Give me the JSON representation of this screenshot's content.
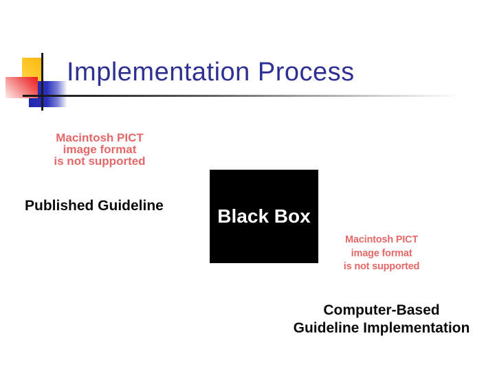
{
  "slide": {
    "title": "Implementation Process",
    "pict_placeholder_top_left": {
      "line1": "Macintosh PICT",
      "line2": "image format",
      "line3": "is not supported"
    },
    "pict_placeholder_right": {
      "line1": "Macintosh PICT",
      "line2": "image format",
      "line3": "is not supported"
    },
    "published_guideline": {
      "label": "Published Guideline"
    },
    "black_box": {
      "label": "Black Box"
    },
    "computer_based": {
      "line1": "Computer-Based",
      "line2": "Guideline Implementation"
    },
    "colors": {
      "title_text": "#2E3191",
      "pict_text": "#E46868",
      "caption_text": "#0A0A0A",
      "black_box_background": "#000000",
      "black_box_text": "#FFFFFF",
      "accent_yellow": "#FEC82A",
      "accent_red": "#EC1C1C",
      "accent_blue": "#2A30BA",
      "rule_dark": "#141414"
    }
  }
}
